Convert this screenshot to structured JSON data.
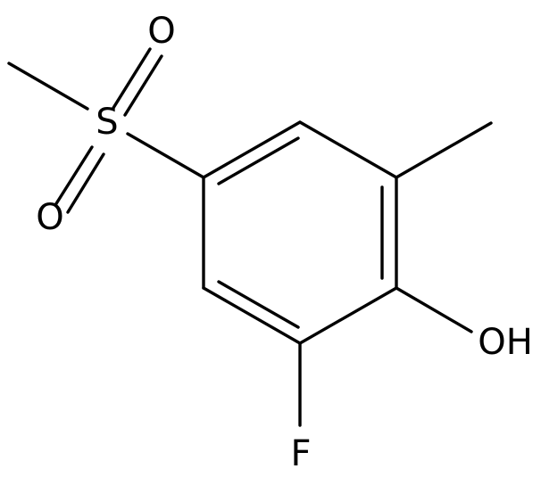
{
  "molecule": {
    "atoms": [
      {
        "id": "S",
        "label": "S"
      },
      {
        "id": "O1",
        "label": "O"
      },
      {
        "id": "O2",
        "label": "O"
      },
      {
        "id": "OH",
        "label": "OH"
      },
      {
        "id": "F",
        "label": "F"
      }
    ]
  },
  "colors": {
    "bond": "#000000",
    "label": "#000000",
    "background": "#ffffff"
  }
}
